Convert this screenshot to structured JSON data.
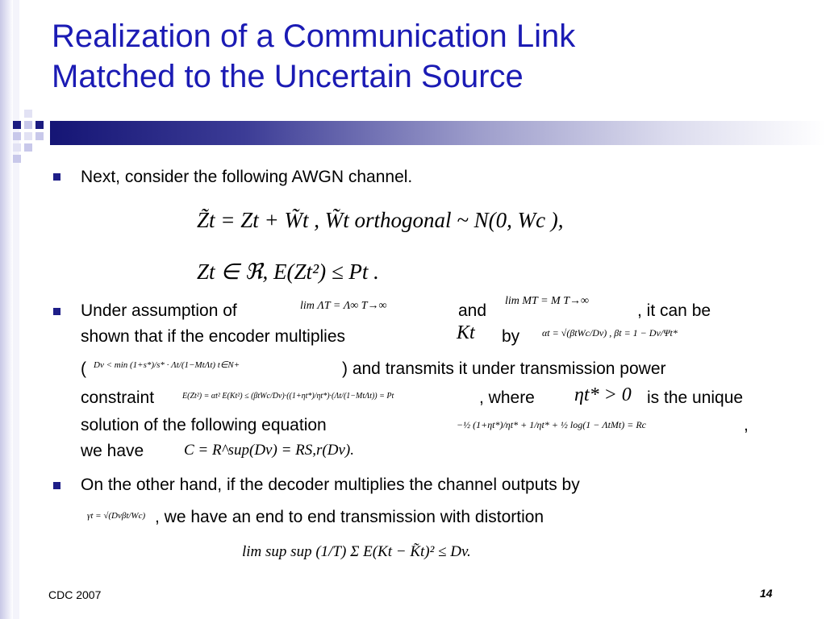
{
  "slide": {
    "title_line1": "Realization of a Communication Link",
    "title_line2": "Matched to the Uncertain Source",
    "colors": {
      "title": "#1b1bb4",
      "bar_dark": "#151575",
      "bullet": "#1e1e88"
    },
    "icons": [
      "decorative-squares",
      "bullet-square"
    ]
  },
  "bullets": {
    "b1": "Next, consider the following AWGN channel.",
    "b2_part1": "Under assumption of",
    "b2_and": "and",
    "b2_part2": ", it can be",
    "b2_line2": "shown that if the encoder multiplies",
    "b2_by": "by",
    "b2_paren_open": "(",
    "b2_line3": ") and transmits it under transmission power",
    "b2_line4a": "constraint",
    "b2_line4b": ", where",
    "b2_line4c": "is the unique",
    "b2_line5": "solution of the following equation",
    "b2_comma": ",",
    "b2_line6": "we have",
    "b3_line1": "On the other hand, if the decoder multiplies the channel outputs by",
    "b3_line2": ", we have an end to end transmission with distortion"
  },
  "equations": {
    "eq1": "Z̃t = Zt + W̃t ,   W̃t orthogonal ~ N(0, Wc ),",
    "eq2": "Zt ∈ ℜ,    E(Zt²) ≤ Pt .",
    "lim_lambda": "lim ΛT = Λ∞  T→∞",
    "lim_M": "lim MT = M  T→∞",
    "Kt": "Kt",
    "alpha_beta": "αt = √(βtWc/Dv) , βt = 1 − Dv/Ψt*",
    "Dv_min": "Dv < min (1+s*)/s* · Λt/(1−MtΛt)  t∈N+",
    "power": "E(Zt²) = αt² E(Kt²) ≤ (βtWc/Dv)·((1+ηt*)/ηt*)·(Λt/(1−MtΛt)) = Pt",
    "eta": "ηt* > 0",
    "equation": "−½ (1+ηt*)/ηt* + 1/ηt* + ½ log(1 − ΛtMt) = Rc",
    "capacity": "C = R^sup(Dv) = RS,r(Dv).",
    "gamma": "γt = √(Dvβt/Wc)",
    "distortion": "lim sup  sup  (1/T) Σ E(Kt − K̃t)² ≤ Dv."
  },
  "footer": {
    "left": "CDC 2007",
    "page": "14"
  }
}
